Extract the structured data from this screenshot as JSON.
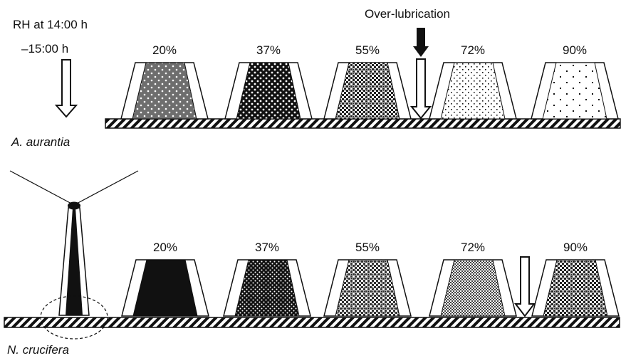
{
  "rh_label": {
    "line1": "RH at 14:00 h",
    "line2": "–15:00 h"
  },
  "over_lubrication_label": "Over-lubrication",
  "rows": [
    {
      "species": "A. aurantia",
      "humidity_labels": [
        "20%",
        "37%",
        "55%",
        "72%",
        "90%"
      ],
      "fills": [
        "dots-grey-white",
        "dots-black-white",
        "checker-white-black",
        "dots-white-dense",
        "dots-white-sparse"
      ]
    },
    {
      "species": "N. crucifera",
      "humidity_labels": [
        "20%",
        "37%",
        "55%",
        "72%",
        "90%"
      ],
      "fills": [
        "solid-black",
        "dots-black-white-dense",
        "checker-black-dots",
        "checker-fine",
        "checker-white-black"
      ]
    }
  ],
  "icons": [
    "down-arrow-outline-icon",
    "down-arrow-solid-icon",
    "web-strand-icon"
  ]
}
